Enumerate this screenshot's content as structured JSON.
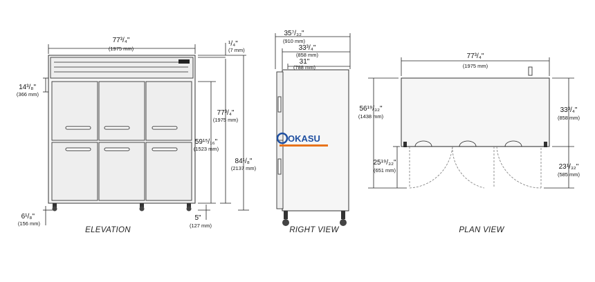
{
  "view_labels": {
    "elevation": "ELEVATION",
    "right": "RIGHT VIEW",
    "plan": "PLAN VIEW"
  },
  "elevation": {
    "width": {
      "in": "77³/₄\"",
      "mm": "(1975 mm)"
    },
    "top_gap": {
      "in": "¹/₄\"",
      "mm": "(7 mm)"
    },
    "upper_door": {
      "in": "14³/₈\"",
      "mm": "(366 mm)"
    },
    "cabinet_height": {
      "in": "77³/₄\"",
      "mm": "(1975 mm)"
    },
    "door_height": {
      "in": "59¹⁵/₁₆\"",
      "mm": "(1523 mm)"
    },
    "overall_height": {
      "in": "84¹/₈\"",
      "mm": "(2137 mm)"
    },
    "leg_height": {
      "in": "6¹/₈\"",
      "mm": "(156 mm)"
    },
    "caster": {
      "in": "5\"",
      "mm": "(127 mm)"
    }
  },
  "right_view": {
    "depth_overall": {
      "in": "35⁷/₃₂\"",
      "mm": "(910 mm)"
    },
    "depth_body": {
      "in": "33³/₄\"",
      "mm": "(858 mm)"
    },
    "depth_inner": {
      "in": "31\"",
      "mm": "(788 mm)"
    }
  },
  "plan_view": {
    "width": {
      "in": "77³/₄\"",
      "mm": "(1975 mm)"
    },
    "open_depth": {
      "in": "56¹⁹/₃₂\"",
      "mm": "(1438 mm)"
    },
    "swing": {
      "in": "25¹⁹/₃₂\"",
      "mm": "(651 mm)"
    },
    "body_depth": {
      "in": "33³/₄\"",
      "mm": "(858 mm)"
    },
    "door_width": {
      "in": "23¹/₃₂\"",
      "mm": "(585 mm)"
    }
  },
  "watermark": "OKASU",
  "colors": {
    "line": "#222222",
    "body": "#f6f6f6",
    "door": "#eeeeee",
    "logo_blue": "#1f4fa0",
    "logo_orange": "#e8731b"
  }
}
